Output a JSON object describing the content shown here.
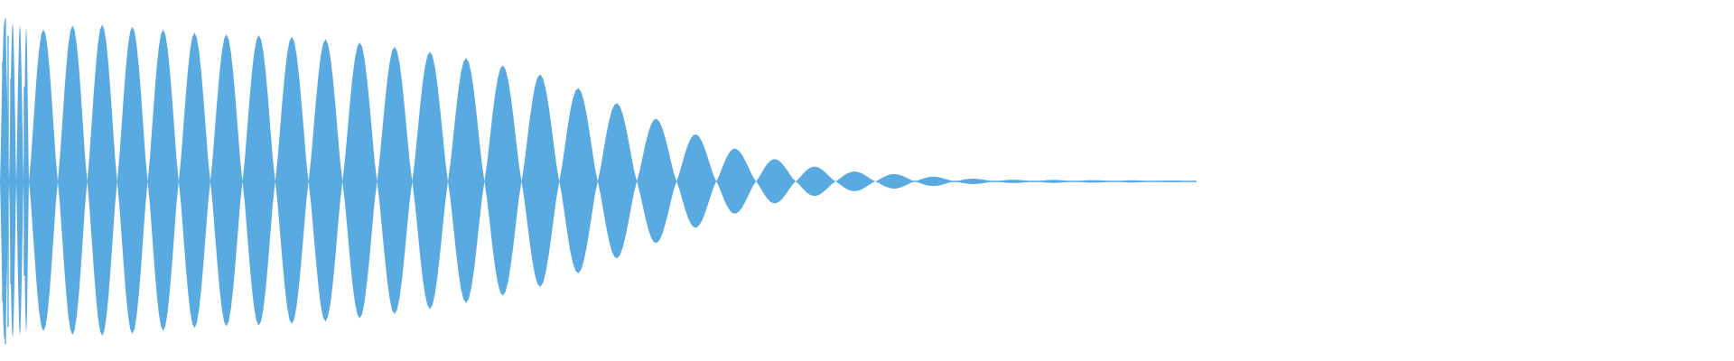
{
  "waveform": {
    "color": "#5aaae2",
    "background": "#ffffff",
    "visible_fraction_of_width": 0.69,
    "amplitude_envelope": [
      [
        0.0,
        0.95
      ],
      [
        0.02,
        0.88
      ],
      [
        0.05,
        0.92
      ],
      [
        0.08,
        0.9
      ],
      [
        0.12,
        0.86
      ],
      [
        0.16,
        0.85
      ],
      [
        0.2,
        0.82
      ],
      [
        0.24,
        0.77
      ],
      [
        0.28,
        0.7
      ],
      [
        0.31,
        0.63
      ],
      [
        0.34,
        0.52
      ],
      [
        0.37,
        0.4
      ],
      [
        0.4,
        0.28
      ],
      [
        0.43,
        0.17
      ],
      [
        0.46,
        0.1
      ],
      [
        0.49,
        0.06
      ],
      [
        0.52,
        0.04
      ],
      [
        0.55,
        0.02
      ],
      [
        0.58,
        0.01
      ],
      [
        0.62,
        0.008
      ],
      [
        0.66,
        0.006
      ],
      [
        0.69,
        0.004
      ]
    ]
  }
}
